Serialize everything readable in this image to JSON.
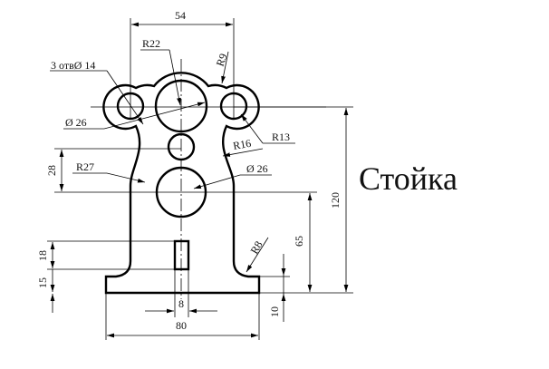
{
  "title": "Стойка",
  "dimensions": {
    "top_width": "54",
    "r22": "R22",
    "r9": "R9",
    "holes": "3 отвØ 14",
    "dia26_top": "Ø 26",
    "r13": "R13",
    "r16": "R16",
    "d28": "28",
    "r27": "R27",
    "dia26_low": "Ø 26",
    "h120": "120",
    "h65": "65",
    "r8": "R8",
    "h18": "18",
    "h15": "15",
    "h10": "10",
    "w8": "8",
    "w80": "80"
  }
}
